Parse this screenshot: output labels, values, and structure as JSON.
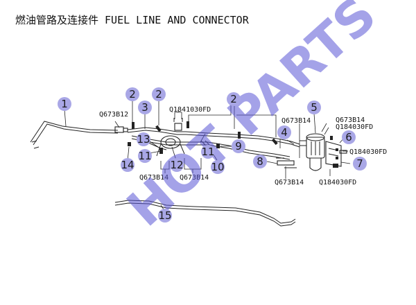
{
  "title": "燃油管路及连接件 FUEL LINE AND CONNECTOR",
  "watermark": "HOT PARTS",
  "colors": {
    "callout_fill": "#a9a7e6",
    "watermark": "#5a55d6",
    "line": "#222222"
  },
  "callouts": [
    "1",
    "2",
    "2",
    "2",
    "3",
    "4",
    "5",
    "6",
    "7",
    "8",
    "9",
    "10",
    "11",
    "11",
    "12",
    "13",
    "14",
    "15"
  ],
  "part_codes": [
    "Q673B12",
    "Q1841030FD",
    "Q673B14",
    "Q673B14",
    "Q184030FD",
    "Q184030FD",
    "Q184030FD",
    "Q673B14",
    "Q673B14",
    "Q673B14"
  ]
}
